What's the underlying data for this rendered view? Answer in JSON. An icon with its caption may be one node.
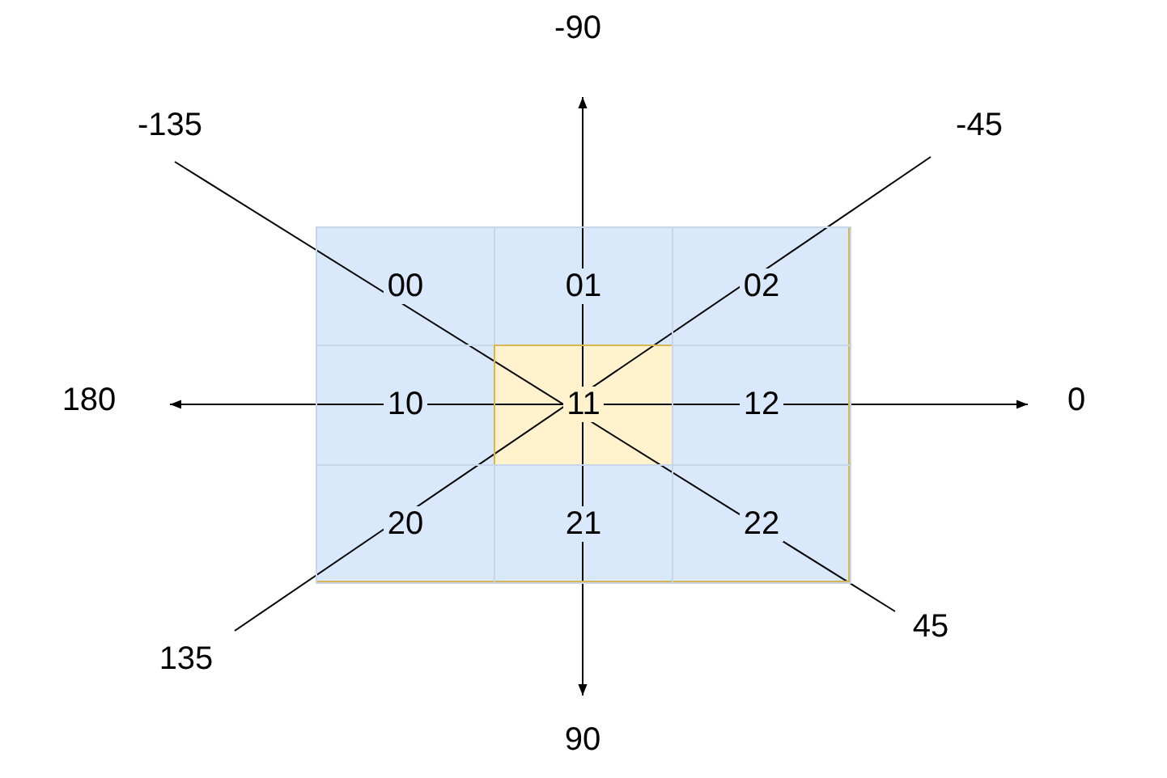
{
  "diagram": {
    "nodes": [
      {
        "text": [
          "00"
        ]
      },
      {
        "text": [
          "01"
        ]
      },
      {
        "text": [
          "02"
        ]
      },
      {
        "text": [
          "10"
        ]
      },
      {
        "text": [
          "11"
        ]
      },
      {
        "text": [
          "12"
        ]
      },
      {
        "text": [
          "20"
        ]
      },
      {
        "text": [
          "21"
        ]
      },
      {
        "text": [
          "22"
        ]
      }
    ],
    "labels": [
      "-90",
      "-135",
      "-45",
      "180",
      "0",
      "45",
      "135",
      "90"
    ]
  }
}
